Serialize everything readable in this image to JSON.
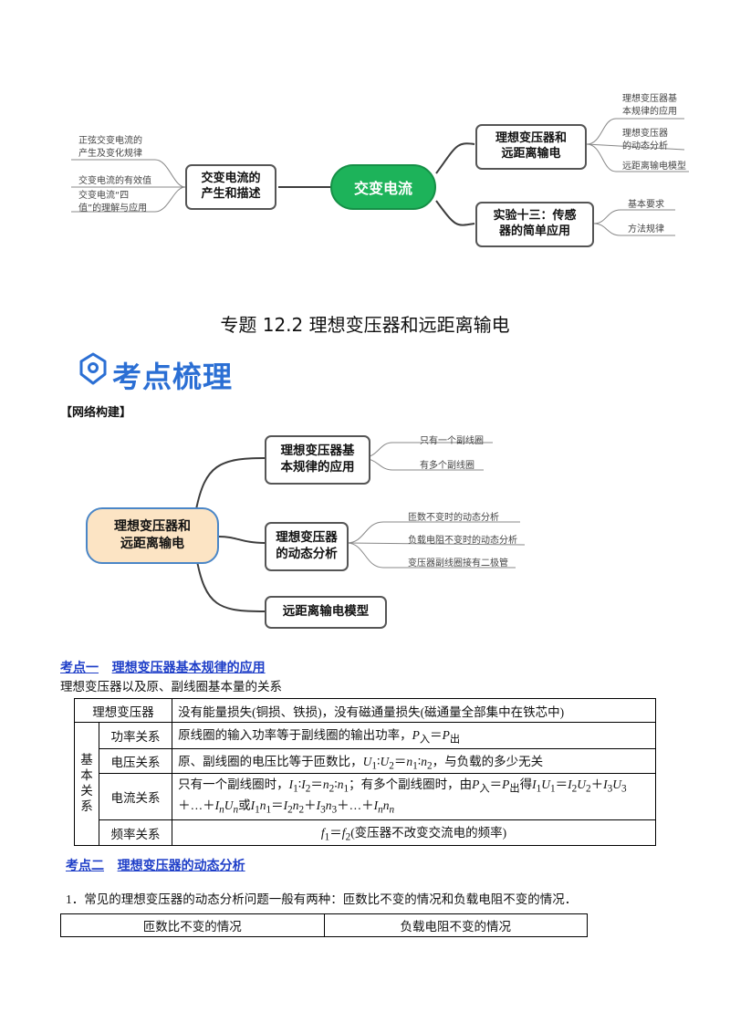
{
  "mindmap_top": {
    "center": "交变电流",
    "left_node": "交变电流的\n产生和描述",
    "left_leaves": [
      "正弦交变电流的\n产生及变化规律",
      "交变电流的有效值",
      "交变电流“四\n值”的理解与应用"
    ],
    "right_node1": "理想变压器和\n远距离输电",
    "right_leaves1": [
      "理想变压器基\n本规律的应用",
      "理想变压器\n的动态分析",
      "远距离输电模型"
    ],
    "right_node2": "实验十三：传感\n器的简单应用",
    "right_leaves2": [
      "基本要求",
      "方法规律"
    ]
  },
  "doc_title": "专题 12.2 理想变压器和远距离输电",
  "section_banner": "考点梳理",
  "network_label": "【网络构建】",
  "mindmap_mid": {
    "center": "理想变压器和\n远距离输电",
    "node1": "理想变压器基\n本规律的应用",
    "node1_leaves": [
      "只有一个副线圈",
      "有多个副线圈"
    ],
    "node2": "理想变压器\n的动态分析",
    "node2_leaves": [
      "匝数不变时的动态分析",
      "负载电阻不变时的动态分析",
      "变压器副线圈接有二极管"
    ],
    "node3": "远距离输电模型"
  },
  "kp1": {
    "label": "考点一",
    "title": "理想变压器基本规律的应用"
  },
  "kp1_intro": "理想变压器以及原、副线圈基本量的关系",
  "table1": {
    "row0_head": "理想变压器",
    "row0_val": "没有能量损失(铜损、铁损)，没有磁通量损失(磁通量全部集中在铁芯中)",
    "group": "基本关系",
    "power_head": "功率关系",
    "power_val": "原线圈的输入功率等于副线圈的输出功率，P入＝P出",
    "voltage_head": "电压关系",
    "voltage_val": "原、副线圈的电压比等于匝数比，U1∶U2＝n1∶n2，与负载的多少无关",
    "current_head": "电流关系",
    "current_val": "只有一个副线圈时，I1∶I2＝n2∶n1；有多个副线圈时，由P入＝P出得I1U1＝I2U2＋I3U3＋…＋InUn或I1n1＝I2n2＋I3n3＋…＋Innn",
    "freq_head": "频率关系",
    "freq_val": "f1＝f2(变压器不改变交流电的频率)"
  },
  "kp2": {
    "label": "考点二",
    "title": "理想变压器的动态分析"
  },
  "kp2_intro": "1．常见的理想变压器的动态分析问题一般有两种：匝数比不变的情况和负载电阻不变的情况．",
  "table2": {
    "col1": "匝数比不变的情况",
    "col2": "负载电阻不变的情况"
  },
  "colors": {
    "center_fill": "#1db35a",
    "mid_center_fill": "#fce4c4",
    "mid_center_border": "#4a86c7",
    "banner_blue": "#2b6fd4",
    "link_blue": "#1f3fc8"
  }
}
